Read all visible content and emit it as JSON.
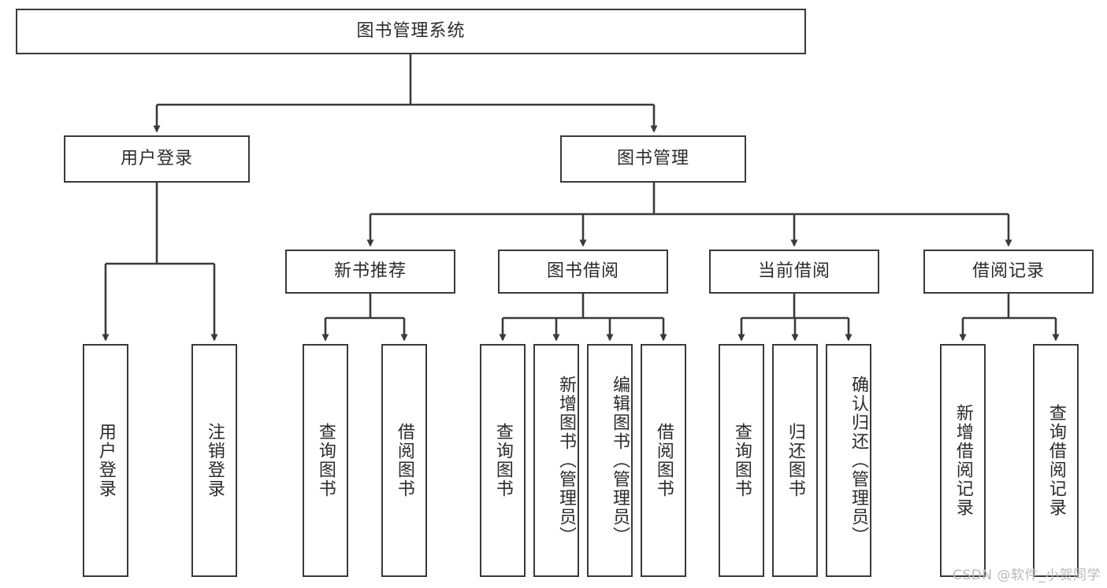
{
  "diagram": {
    "title": "图书管理系统",
    "type": "tree-hierarchy",
    "watermark": "CSDN @软件_小贺同学",
    "colors": {
      "stroke": "#3a3a3a",
      "fill": "#ffffff",
      "text": "#2b2b2b",
      "watermark": "#b9b9b9"
    },
    "root": {
      "label": "图书管理系统"
    },
    "level2": [
      {
        "label": "用户登录"
      },
      {
        "label": "图书管理"
      }
    ],
    "level3": [
      {
        "label": "新书推荐"
      },
      {
        "label": "图书借阅"
      },
      {
        "label": "当前借阅"
      },
      {
        "label": "借阅记录"
      }
    ],
    "leaves": {
      "user_login": [
        {
          "label": "用户登录"
        },
        {
          "label": "注销登录"
        }
      ],
      "new_book_recommend": [
        {
          "label": "查询图书"
        },
        {
          "label": "借阅图书"
        }
      ],
      "book_borrow": [
        {
          "label": "查询图书"
        },
        {
          "label": "新增图书（管理员）"
        },
        {
          "label": "编辑图书（管理员）"
        },
        {
          "label": "借阅图书"
        }
      ],
      "current_borrow": [
        {
          "label": "查询图书"
        },
        {
          "label": "归还图书"
        },
        {
          "label": "确认归还（管理员）"
        }
      ],
      "borrow_records": [
        {
          "label": "新增借阅记录"
        },
        {
          "label": "查询借阅记录"
        }
      ]
    }
  }
}
